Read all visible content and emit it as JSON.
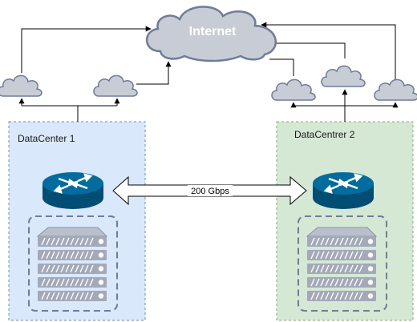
{
  "internet": {
    "label": "Internet"
  },
  "datacenters": [
    {
      "label": "DataCenter 1"
    },
    {
      "label": "DataCentrer 2"
    }
  ],
  "link": {
    "label": "200 Gbps"
  },
  "colors": {
    "cloud_fill": "#c8ccd4",
    "cloud_stroke": "#6f7c99",
    "dc1_fill": "#dae8fc",
    "dc1_border": "#6c8ebf",
    "dc2_fill": "#d5e8d4",
    "dc2_border": "#82b366",
    "router": "#035e8c",
    "server": "#a3a9b8",
    "rack_border": "#6f7c99",
    "edge": "#000000"
  },
  "icons": [
    "cloud-icon",
    "router-icon",
    "server-icon",
    "double-arrow-icon"
  ]
}
